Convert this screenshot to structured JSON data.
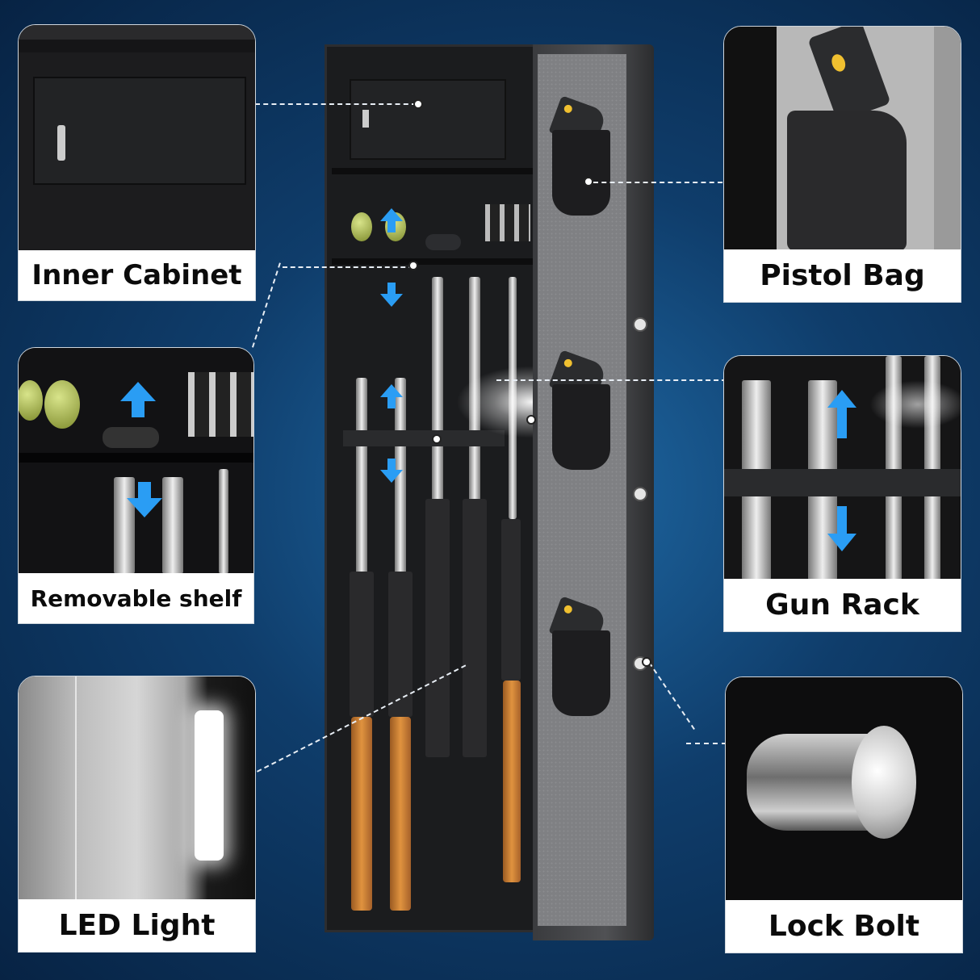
{
  "callouts": [
    {
      "id": "inner-cabinet",
      "label": "Inner Cabinet",
      "position": "top-left"
    },
    {
      "id": "removable-shelf",
      "label": "Removable shelf",
      "position": "middle-left"
    },
    {
      "id": "led-light",
      "label": "LED Light",
      "position": "bottom-left"
    },
    {
      "id": "pistol-bag",
      "label": "Pistol Bag",
      "position": "top-right"
    },
    {
      "id": "gun-rack",
      "label": "Gun Rack",
      "position": "middle-right"
    },
    {
      "id": "lock-bolt",
      "label": "Lock Bolt",
      "position": "bottom-right"
    }
  ],
  "colors": {
    "background_center": "#1f6aa6",
    "background_edge": "#072344",
    "arrow_accent": "#2a9df4",
    "label_bg": "#ffffff",
    "label_text": "#0b0b0b",
    "stock_wood": "#e0933f"
  },
  "product": {
    "type": "gun-safe",
    "rifle_slots": 5,
    "pistol_holsters_on_door": 3,
    "lock_bolts_visible": 3
  }
}
